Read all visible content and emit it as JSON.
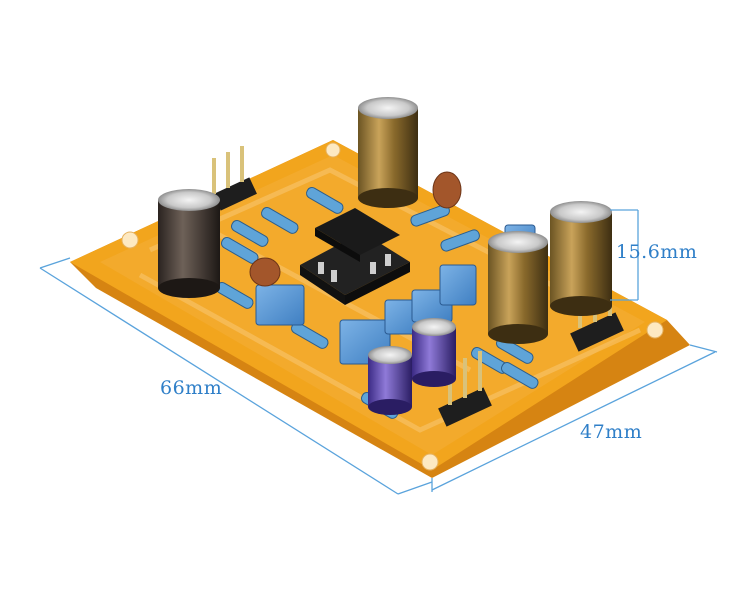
{
  "dimensions": {
    "width_label": "66mm",
    "depth_label": "47mm",
    "height_label": "15.6mm"
  },
  "colors": {
    "pcb": "#f2a51d",
    "pcb_edge": "#d68412",
    "dimension_line": "#5aa3dc",
    "dimension_text": "#2f7fc8"
  }
}
